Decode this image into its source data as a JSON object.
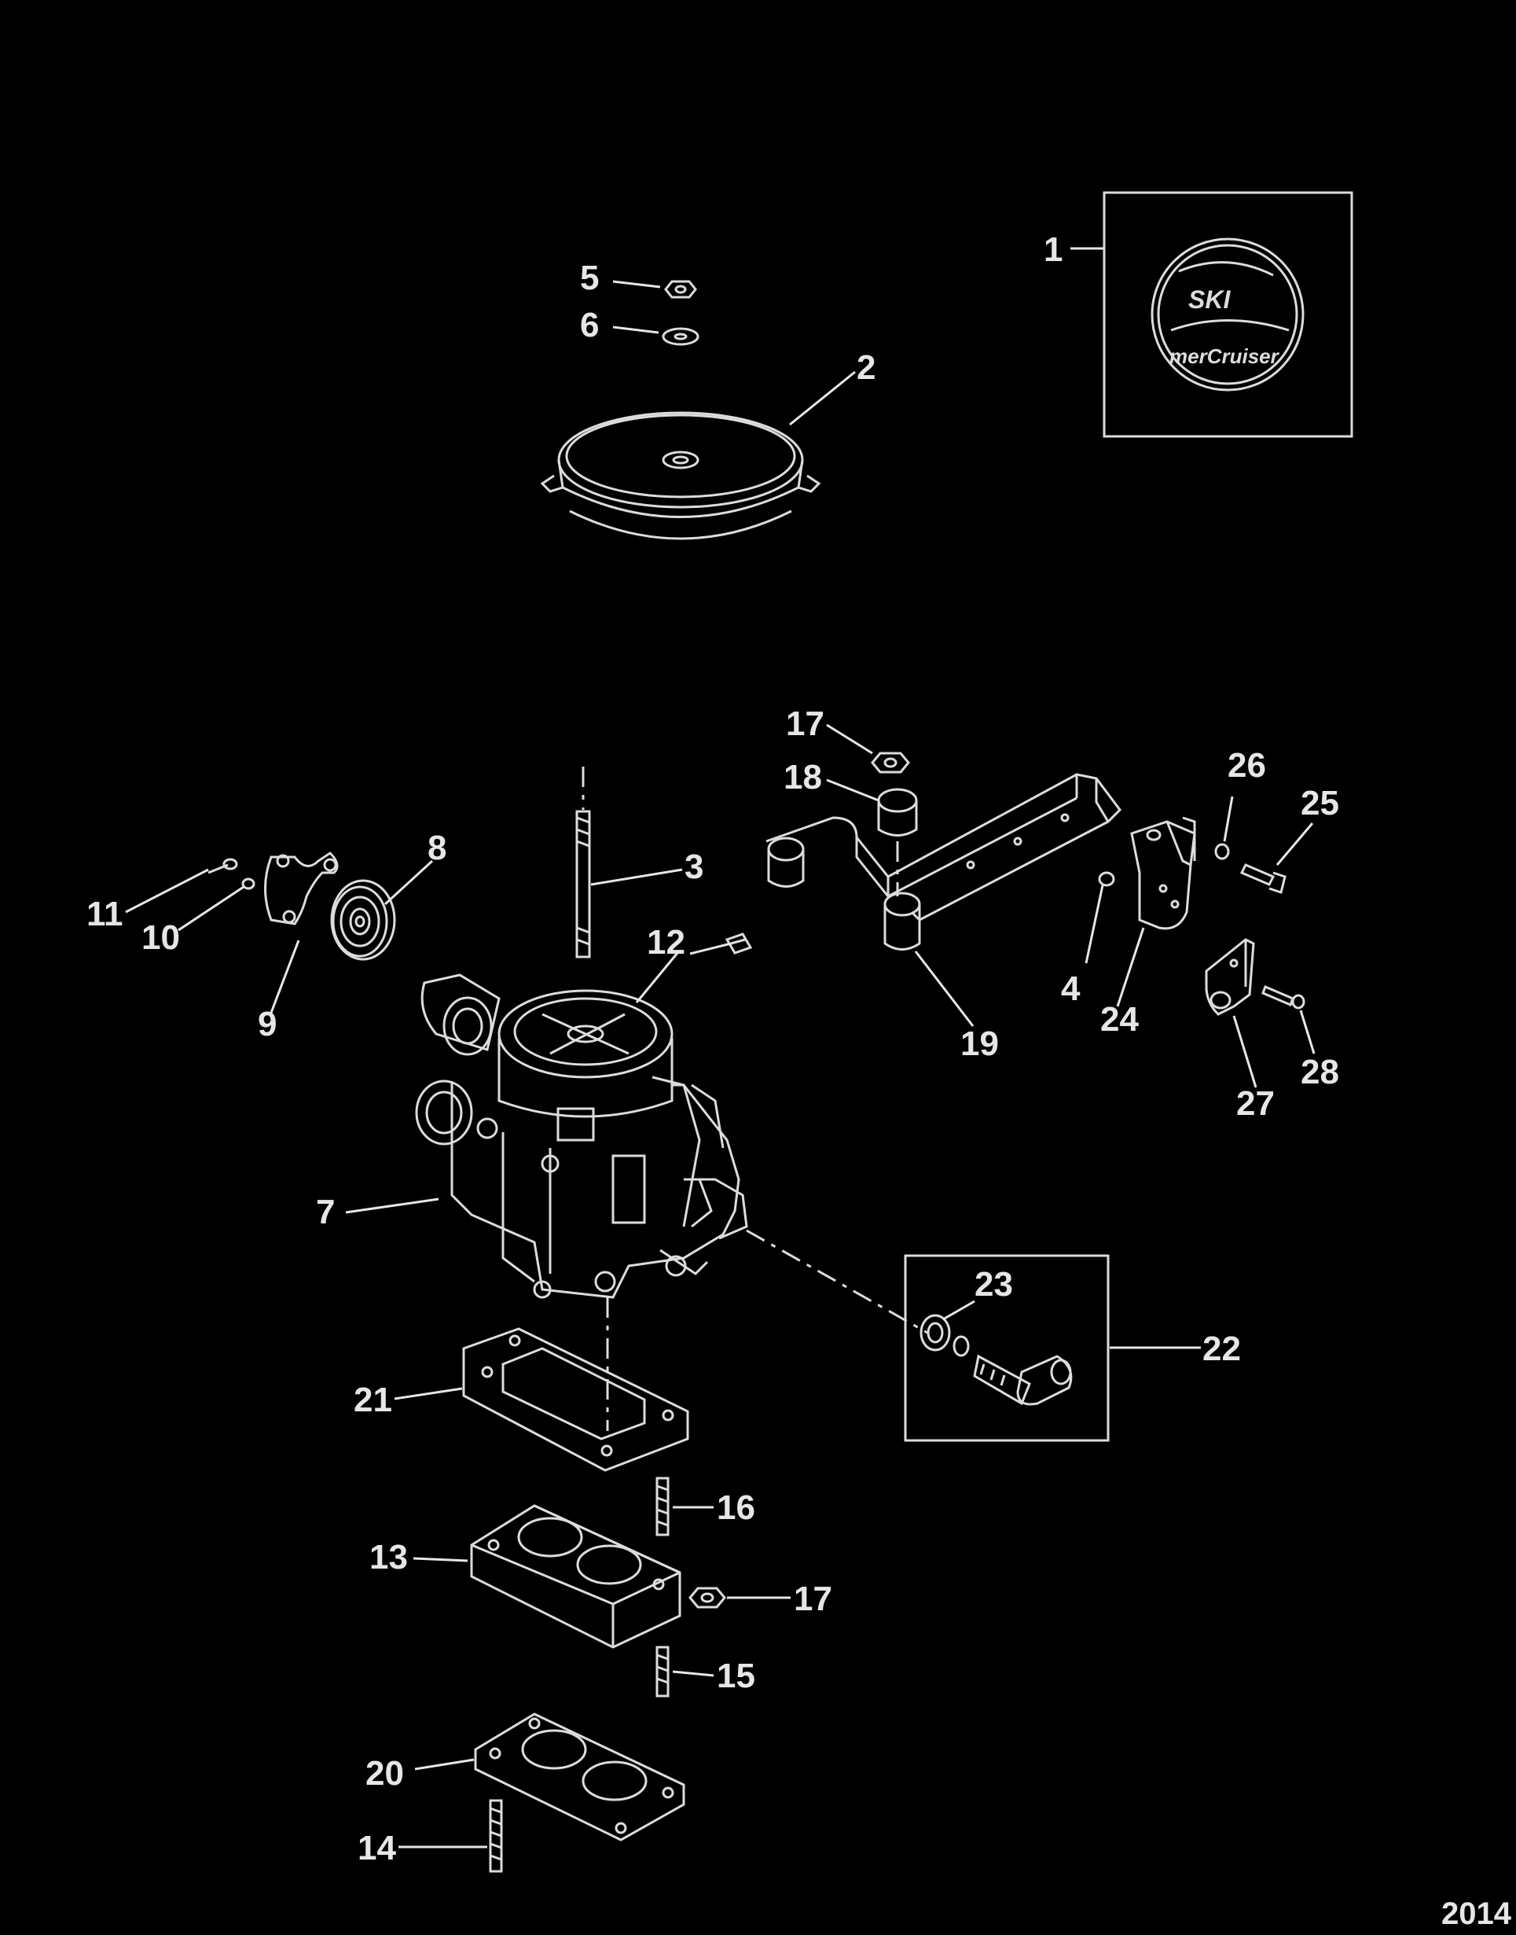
{
  "diagram": {
    "figure_number": "2014",
    "callouts": [
      {
        "id": "1",
        "label": "1"
      },
      {
        "id": "2",
        "label": "2"
      },
      {
        "id": "3",
        "label": "3"
      },
      {
        "id": "4",
        "label": "4"
      },
      {
        "id": "5",
        "label": "5"
      },
      {
        "id": "6",
        "label": "6"
      },
      {
        "id": "7",
        "label": "7"
      },
      {
        "id": "8",
        "label": "8"
      },
      {
        "id": "9",
        "label": "9"
      },
      {
        "id": "10",
        "label": "10"
      },
      {
        "id": "11",
        "label": "11"
      },
      {
        "id": "12",
        "label": "12"
      },
      {
        "id": "13",
        "label": "13"
      },
      {
        "id": "14",
        "label": "14"
      },
      {
        "id": "15",
        "label": "15"
      },
      {
        "id": "16",
        "label": "16"
      },
      {
        "id": "17a",
        "label": "17"
      },
      {
        "id": "17b",
        "label": "17"
      },
      {
        "id": "18",
        "label": "18"
      },
      {
        "id": "19",
        "label": "19"
      },
      {
        "id": "20",
        "label": "20"
      },
      {
        "id": "21",
        "label": "21"
      },
      {
        "id": "22",
        "label": "22"
      },
      {
        "id": "23",
        "label": "23"
      },
      {
        "id": "24",
        "label": "24"
      },
      {
        "id": "25",
        "label": "25"
      },
      {
        "id": "26",
        "label": "26"
      },
      {
        "id": "27",
        "label": "27"
      },
      {
        "id": "28",
        "label": "28"
      }
    ],
    "disc_badge": {
      "line1": "SKI",
      "line2": "merCruiser"
    }
  }
}
